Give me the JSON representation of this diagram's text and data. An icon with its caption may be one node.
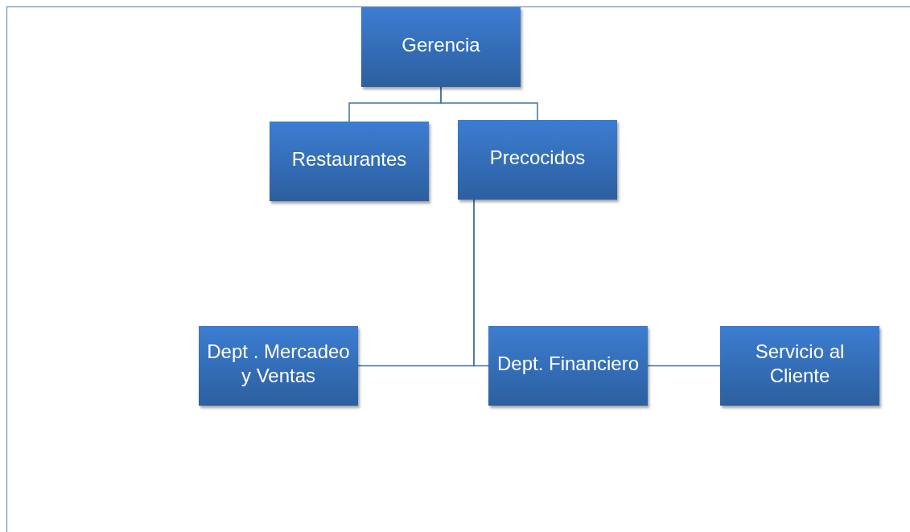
{
  "diagram": {
    "nodes": [
      {
        "text": [
          "Gerencia"
        ]
      },
      {
        "text": [
          "Restaurantes"
        ]
      },
      {
        "text": [
          "Precocidos"
        ]
      },
      {
        "text": [
          "Dept . Mercadeo y Ventas"
        ]
      },
      {
        "text": [
          "Dept. Financiero"
        ]
      },
      {
        "text": [
          "Servicio al Cliente"
        ]
      }
    ],
    "edges": [
      {
        "from": 0,
        "to": 1,
        "arrow": "none"
      },
      {
        "from": 0,
        "to": 2,
        "arrow": "none"
      },
      {
        "from": 2,
        "to": 3,
        "arrow": "none"
      },
      {
        "from": 2,
        "to": 4,
        "arrow": "none"
      },
      {
        "from": 4,
        "to": 5,
        "arrow": "none"
      }
    ]
  }
}
